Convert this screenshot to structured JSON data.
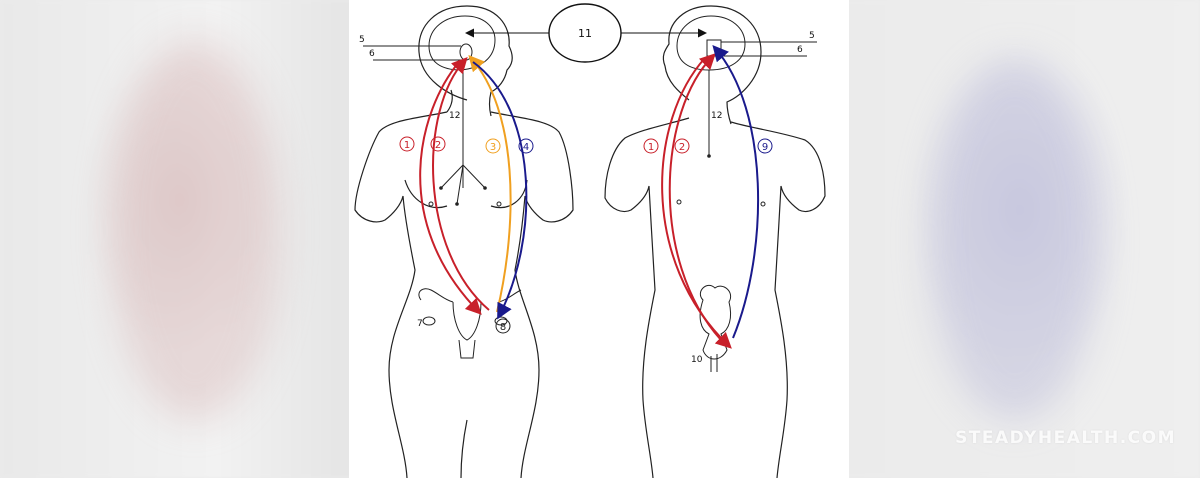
{
  "diagram": {
    "hub_label": "11",
    "labels": {
      "female_5": "5",
      "female_6": "6",
      "female_7": "7",
      "female_8": "8",
      "female_12": "12",
      "male_5": "5",
      "male_6": "6",
      "male_10": "10",
      "male_12": "12"
    },
    "circled_numbers": {
      "female_1": "1",
      "female_2": "2",
      "female_3": "3",
      "female_4": "4",
      "male_1": "1",
      "male_2": "2",
      "male_9": "9"
    },
    "colors": {
      "red": "#c8202a",
      "orange": "#f0a020",
      "blue": "#1a1a8c",
      "outline": "#222222"
    }
  },
  "watermark": "STEADYHEALTH.COM"
}
